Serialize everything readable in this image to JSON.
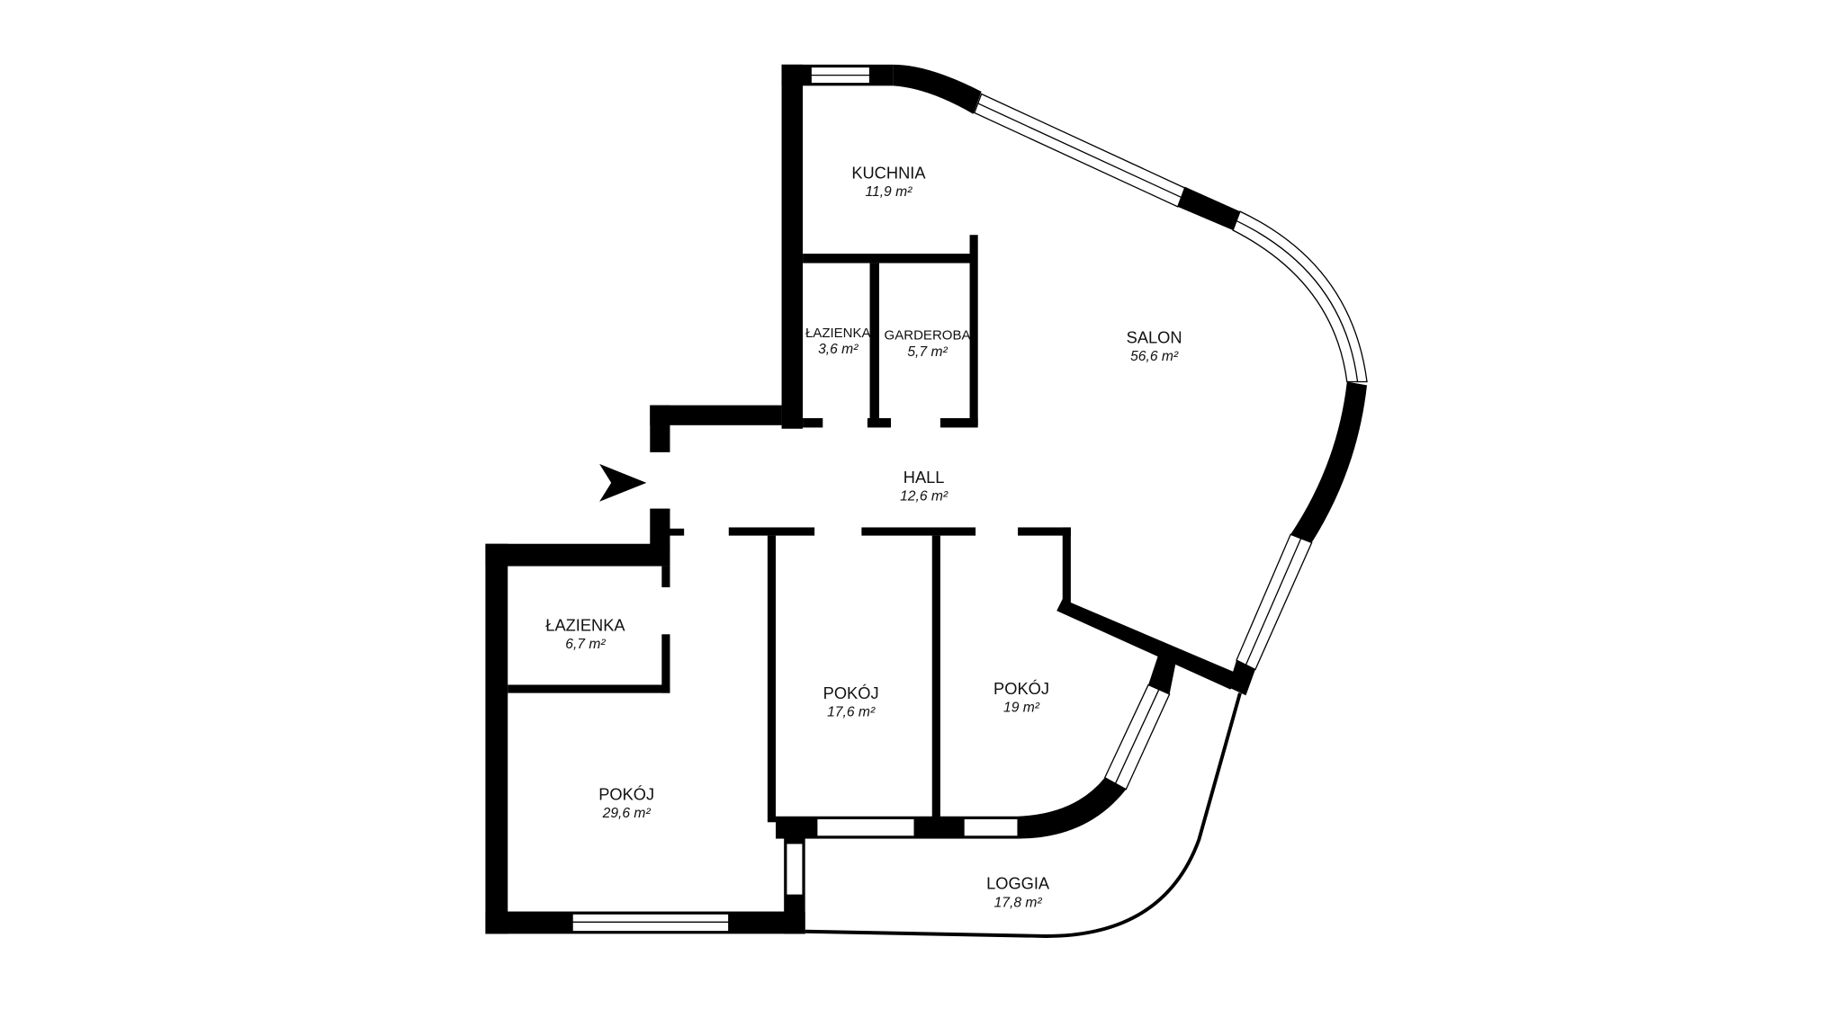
{
  "plan": {
    "entrance_icon": "arrow-right-icon",
    "rooms": [
      {
        "name": "KUCHNIA",
        "area": "11,9 m²"
      },
      {
        "name": "ŁAZIENKA",
        "area": "3,6 m²"
      },
      {
        "name": "GARDEROBA",
        "area": "5,7 m²"
      },
      {
        "name": "SALON",
        "area": "56,6 m²"
      },
      {
        "name": "HALL",
        "area": "12,6 m²"
      },
      {
        "name": "ŁAZIENKA",
        "area": "6,7 m²"
      },
      {
        "name": "POKÓJ",
        "area": "17,6 m²"
      },
      {
        "name": "POKÓJ",
        "area": "19 m²"
      },
      {
        "name": "POKÓJ",
        "area": "29,6 m²"
      },
      {
        "name": "LOGGIA",
        "area": "17,8 m²"
      }
    ]
  }
}
